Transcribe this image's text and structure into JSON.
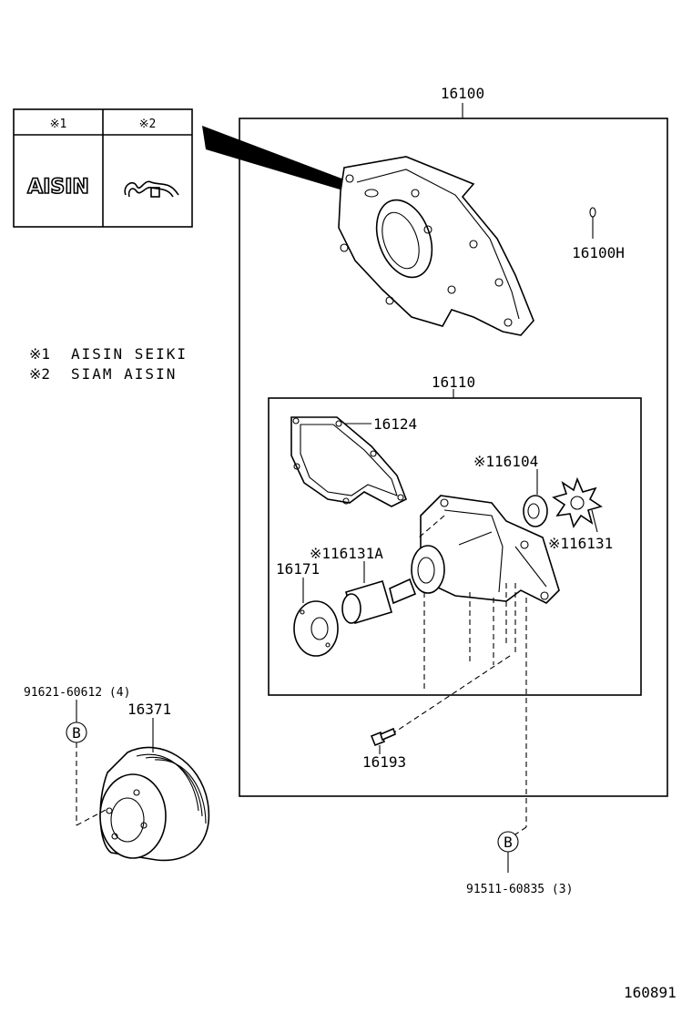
{
  "legend_table": {
    "col1_header": "※1",
    "col2_header": "※2",
    "col1_logo_text": "AISIN"
  },
  "notes": [
    {
      "mark": "※1",
      "text": "AISIN SEIKI"
    },
    {
      "mark": "※2",
      "text": "SIAM AISIN"
    }
  ],
  "parts": {
    "assembly": "16100",
    "plug": "16100H",
    "subassembly": "16110",
    "gasket": "16124",
    "seal": "※116104",
    "impeller": "※116131",
    "bearing": "※116131A",
    "flange": "16171",
    "bolt": "16193",
    "pulley": "16371",
    "pulley_bolt": "91621-60612 (4)",
    "pump_bolt": "91511-60835 (3)",
    "ref_b": "B"
  },
  "diagram_id": "160891"
}
